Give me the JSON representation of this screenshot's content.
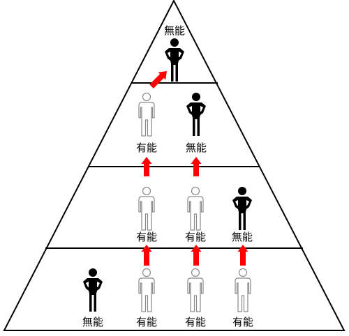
{
  "labels": {
    "incompetent": "無能",
    "competent": "有能"
  },
  "levels": [
    {
      "people": [
        {
          "state": "incompetent"
        }
      ]
    },
    {
      "people": [
        {
          "state": "competent"
        },
        {
          "state": "incompetent"
        }
      ]
    },
    {
      "people": [
        {
          "state": "competent"
        },
        {
          "state": "competent"
        },
        {
          "state": "incompetent"
        }
      ]
    },
    {
      "people": [
        {
          "state": "incompetent"
        },
        {
          "state": "competent"
        },
        {
          "state": "competent"
        },
        {
          "state": "competent"
        }
      ]
    }
  ],
  "colors": {
    "outline": "#000000",
    "arrow": "#ff0000",
    "incompetent_fill": "#000000",
    "competent_stroke": "#8a8a8a",
    "background": "#ffffff"
  }
}
